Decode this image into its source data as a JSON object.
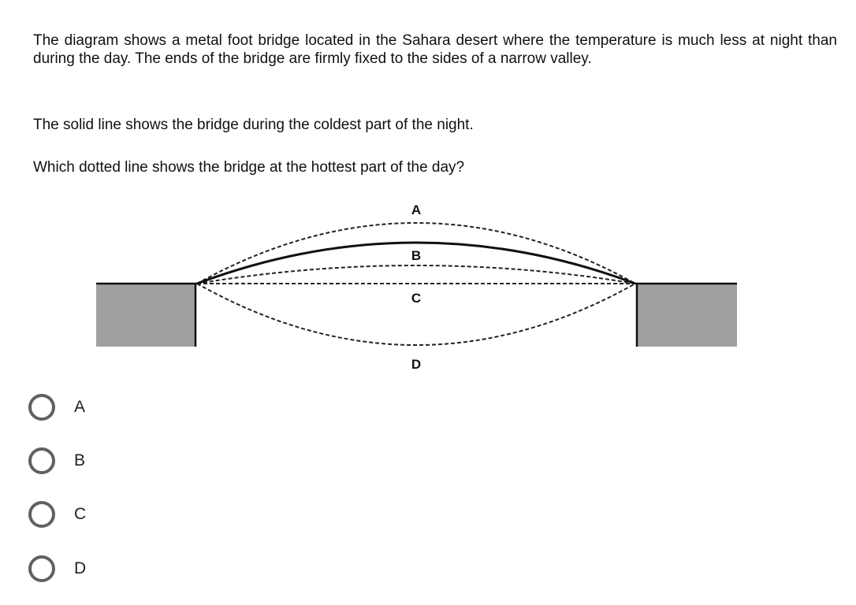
{
  "question": {
    "paragraph1": "The diagram shows a metal foot bridge located in the Sahara desert where the temperature is much less at night than during the day. The ends of the bridge are firmly fixed to the sides of a narrow valley.",
    "paragraph2": "The solid line shows the bridge during the coldest part of the night.",
    "paragraph3": "Which dotted line shows the bridge at the hottest part of the day?"
  },
  "diagram": {
    "labels": [
      "A",
      "B",
      "C",
      "D"
    ]
  },
  "options": [
    {
      "label": "A"
    },
    {
      "label": "B"
    },
    {
      "label": "C"
    },
    {
      "label": "D"
    }
  ]
}
